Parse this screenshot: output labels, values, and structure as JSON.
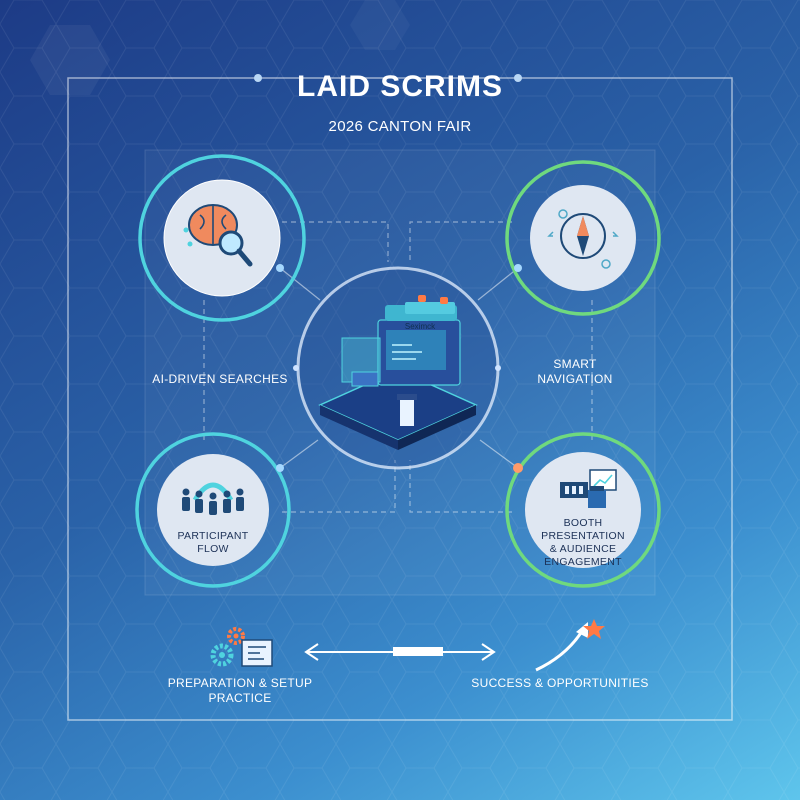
{
  "header": {
    "title": "LAID SCRIMS",
    "subtitle": "2026 CANTON FAIR"
  },
  "center": {
    "sign_text": "Seximck"
  },
  "nodes": [
    {
      "id": "top-left",
      "label": "AI-DRIVEN SEARCHES",
      "icon": "brain-magnifier-icon",
      "ring_color": "#4fd3df"
    },
    {
      "id": "top-right",
      "label_line1": "SMART",
      "label_line2": "NAVIGATION",
      "icon": "compass-icon",
      "ring_color": "#6fd97e"
    },
    {
      "id": "bottom-left",
      "label_line1": "PARTICIPANT",
      "label_line2": "FLOW",
      "icon": "people-arch-icon",
      "ring_color": "#4fd3df"
    },
    {
      "id": "bottom-right",
      "label_line1": "BOOTH PRESENTATION",
      "label_line2": "& AUDIENCE",
      "label_line3": "ENGAGEMENT",
      "icon": "presentation-icon",
      "ring_color": "#6fd97e"
    }
  ],
  "footer": {
    "left_line1": "PREPARATION & SETUP",
    "left_line2": "PRACTICE",
    "right": "SUCCESS & OPPORTUNITIES"
  },
  "colors": {
    "cyan": "#4fd3df",
    "green": "#6fd97e",
    "star": "#ff7a45"
  }
}
